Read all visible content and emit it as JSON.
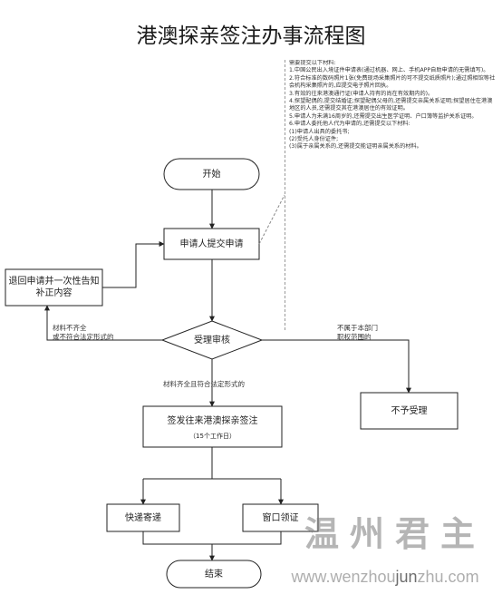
{
  "title": "港澳探亲签注办事流程图",
  "nodes": {
    "start": "开始",
    "submit": "申请人提交申请",
    "return": "退回申请并一次性告知补正内容",
    "review": "受理审核",
    "issue": "签发往来港澳探亲签注",
    "issue_sub": "（15个工作日）",
    "reject": "不予受理",
    "express": "快递寄递",
    "window": "窗口领证",
    "end": "结束"
  },
  "edges": {
    "incomplete": "材料不齐全\n或不符合法定形式的",
    "complete": "材料齐全且符合法定形式的",
    "out_of_scope": "不属于本部门\n职权范围的"
  },
  "notes": [
    "需要提交以下材料:",
    "1.中国公民出入境证件申请表(通过机器、网上、手机APP自助申请的无需填写)。",
    "2.符合标准的数码照片1张(免费现场采集照片的可不提交纸质照片);通过照相馆等社会机构采集照片的,应提交电子照片回执。",
    "3.有效的往来港澳通行证(申请人持有的尚在有效期内的)。",
    "4.探望配偶的,提交结婚证;探望配偶父母的,还需提交亲属关系证明;探望居住在港澳地区的人员,还需提交其在港澳居住的有效证明。",
    "5.申请人为未满16周岁的,还需提交出生医学证明、户口簿等监护关系证明。",
    "6.申请人委托他人代为申请的,还需提交以下材料:",
    "(1)申请人出具的委托书;",
    "(2)受托人身份证件;",
    "(3)属于亲属关系的,还需提交能证明亲属关系的材料。"
  ],
  "watermark": {
    "text_cn": "温州君主",
    "url_prefix": "www.wenzhou",
    "url_highlight": "jun",
    "url_suffix": "zhu.com"
  }
}
